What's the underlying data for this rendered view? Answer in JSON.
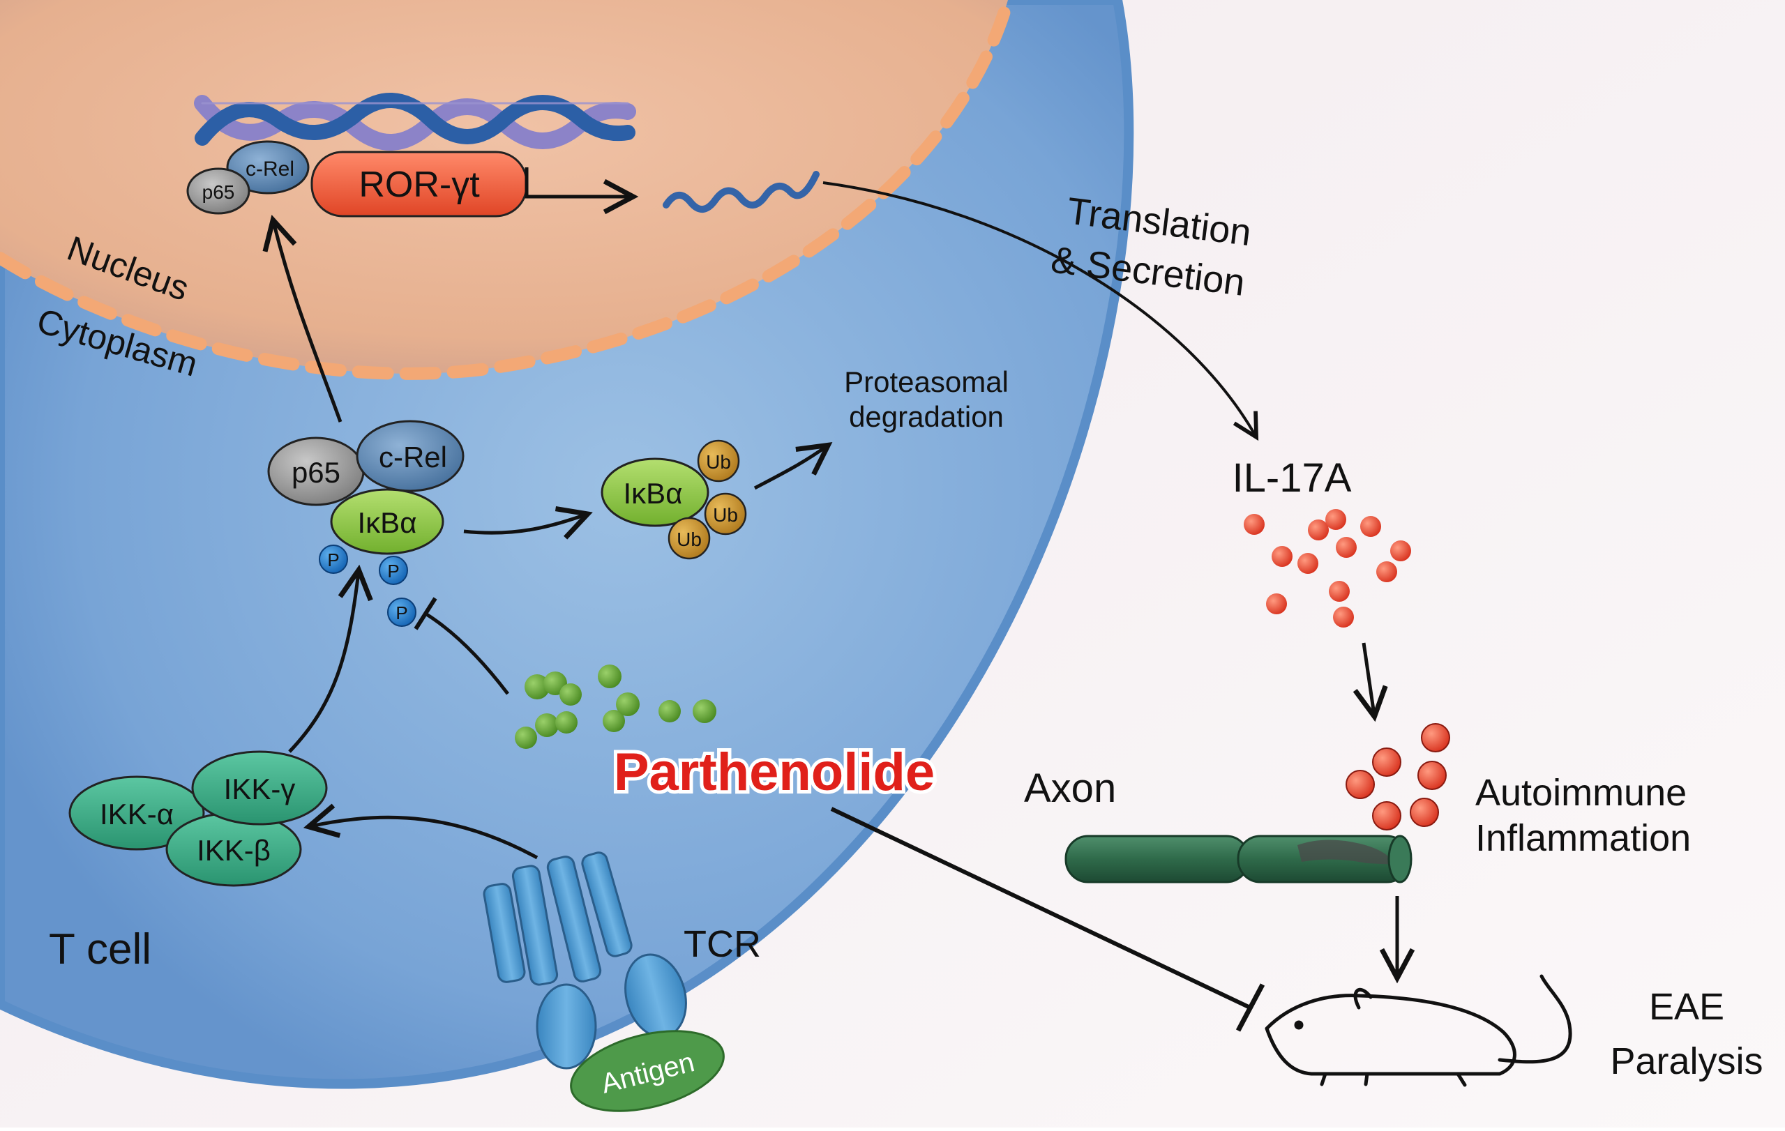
{
  "labels": {
    "nucleus": "Nucleus",
    "cytoplasm": "Cytoplasm",
    "t_cell": "T cell",
    "translation": "Translation",
    "secretion": "& Secretion",
    "il17a": "IL-17A",
    "proteasomal_line1": "Proteasomal",
    "proteasomal_line2": "degradation",
    "parthenolide": "Parthenolide",
    "axon": "Axon",
    "autoimmune_line1": "Autoimmune",
    "autoimmune_line2": "Inflammation",
    "tcr": "TCR",
    "antigen": "Antigen",
    "eae_line1": "EAE",
    "eae_line2": "Paralysis"
  },
  "proteins": {
    "ror": "ROR-γt",
    "p65": "p65",
    "crel": "c-Rel",
    "ikba": "IκBα",
    "ub": "Ub",
    "p": "P",
    "ikk_a": "IKK-α",
    "ikk_g": "IKK-γ",
    "ikk_b": "IKK-β"
  },
  "colors": {
    "cytoplasm": "#7fa8d8",
    "nucleus": "#e9b596",
    "nuclear_envelope": "#f0a070",
    "ror": "#ee5a3a",
    "ikba": "#8dc63f",
    "ikk": "#3aaa86",
    "ub": "#c9932f",
    "phospho": "#1f78c8",
    "parthenolide_text": "#e0201a",
    "parthenolide_dots": "#5a9a32",
    "il17a_dots": "#ee5040",
    "axon": "#2e6b4a",
    "antigen": "#4e9a4a",
    "tcr": "#4a96cc"
  }
}
